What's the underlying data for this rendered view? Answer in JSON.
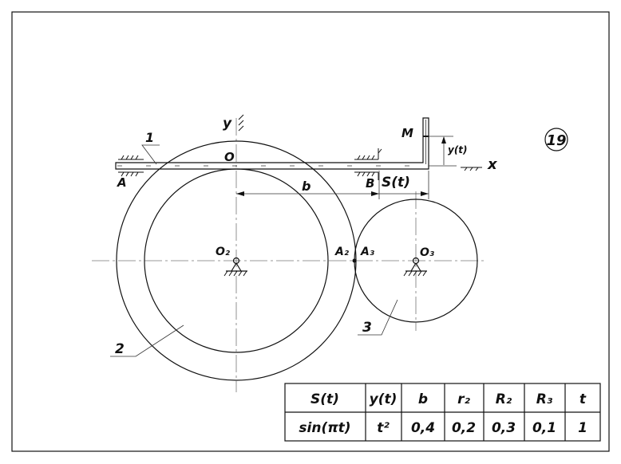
{
  "problem_number": "19",
  "labels": {
    "y_axis": "y",
    "x_axis": "x",
    "origin": "O",
    "point_a": "A",
    "point_b": "B",
    "point_m": "M",
    "dim_b": "b",
    "s_t": "S(t)",
    "y_t": "y(t)",
    "center_o2": "O₂",
    "center_o3": "O₃",
    "point_a2": "A₂",
    "point_a3": "A₃",
    "body_1": "1",
    "body_2": "2",
    "body_3": "3"
  },
  "table": {
    "headers": [
      "S(t)",
      "y(t)",
      "b",
      "r₂",
      "R₂",
      "R₃",
      "t"
    ],
    "values": [
      "sin(πt)",
      "t²",
      "0,4",
      "0,2",
      "0,3",
      "0,1",
      "1"
    ]
  }
}
